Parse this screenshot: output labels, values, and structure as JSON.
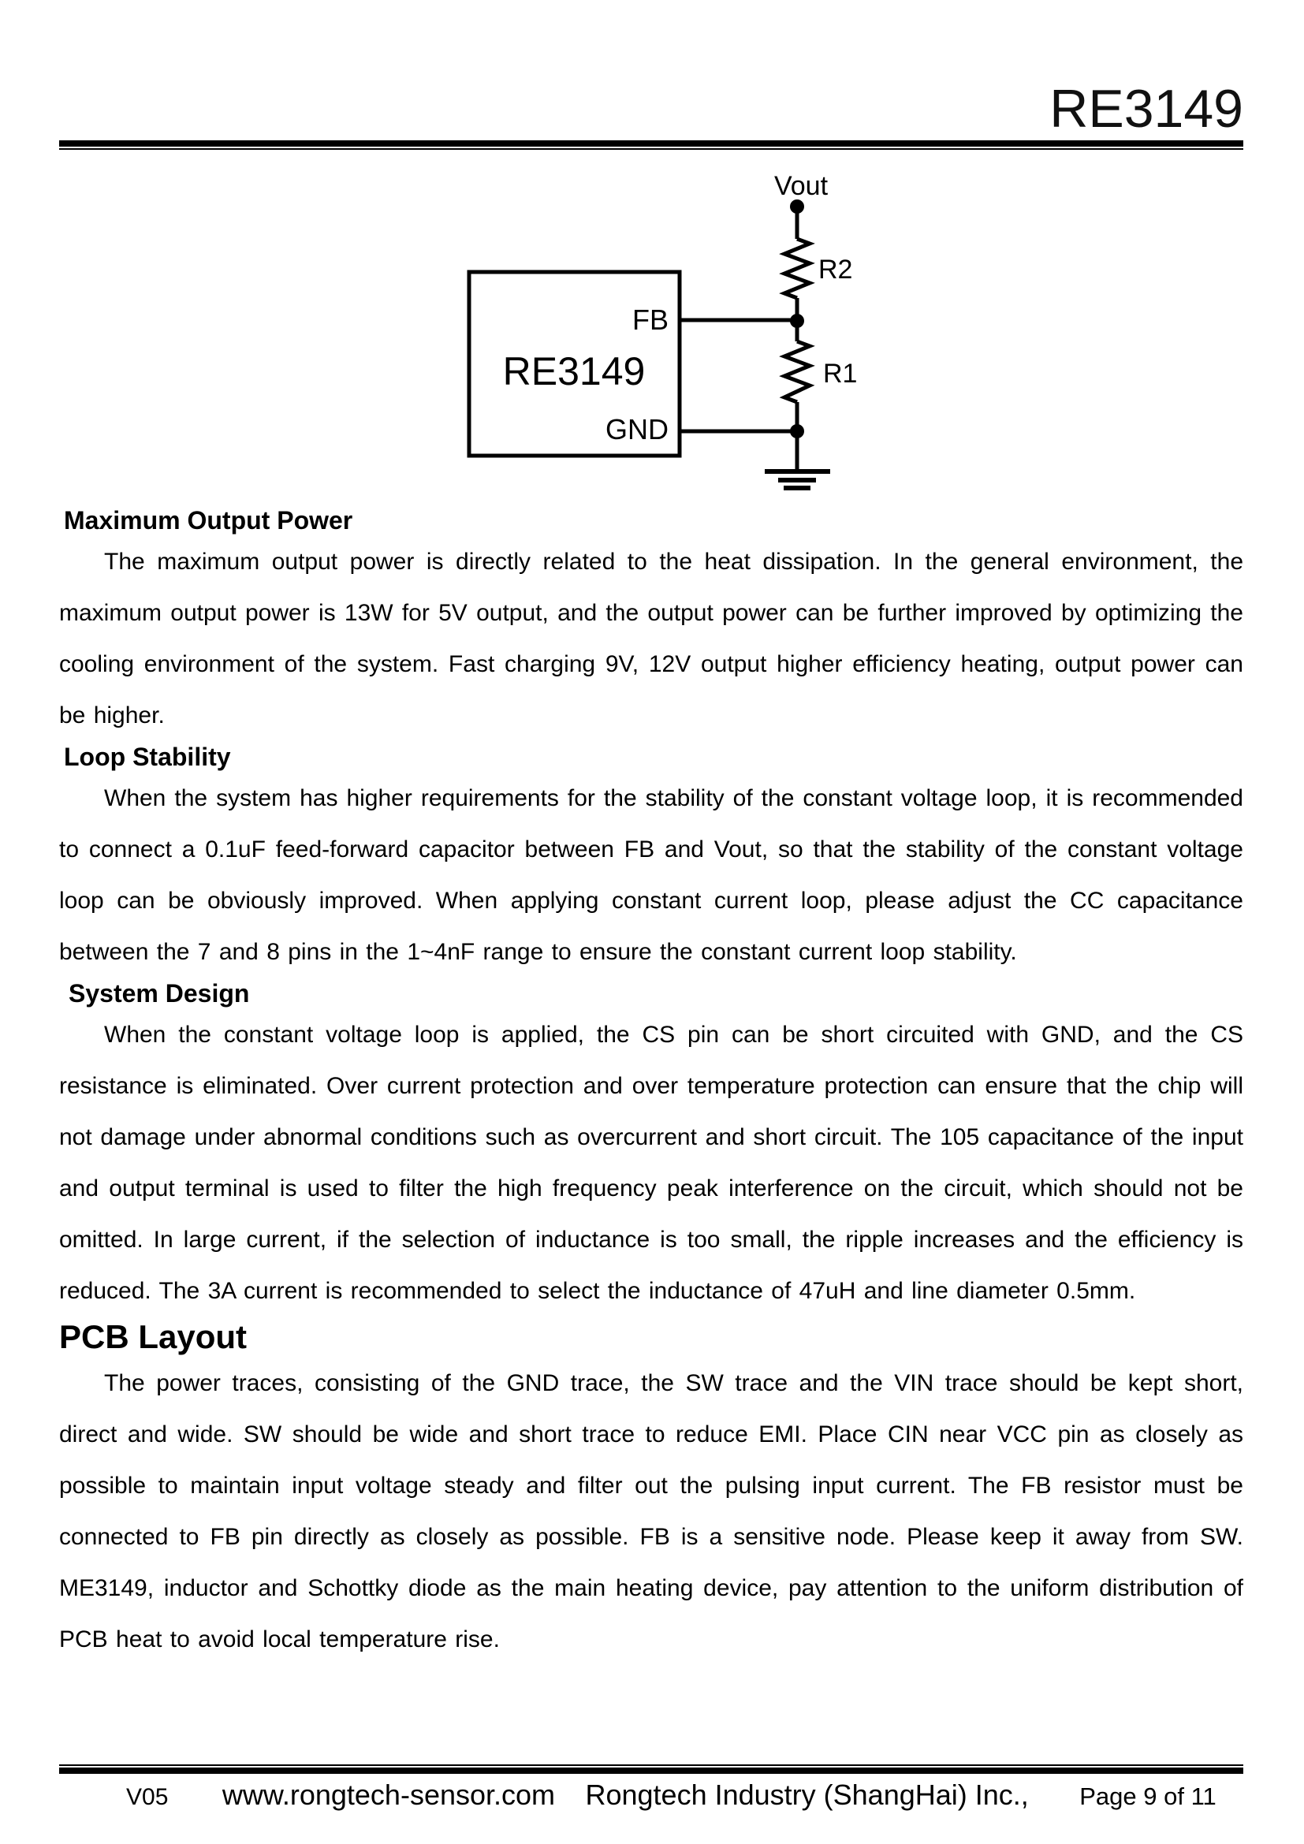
{
  "header": {
    "title": "RE3149"
  },
  "circuit": {
    "chip_label": "RE3149",
    "pin_fb": "FB",
    "pin_gnd": "GND",
    "vout_label": "Vout",
    "r2_label": "R2",
    "r1_label": "R1"
  },
  "sections": [
    {
      "heading": "Maximum Output Power",
      "body": "The maximum output power is directly related to the heat dissipation. In the general environment, the maximum output power is 13W for 5V output, and the output power can be further improved by optimizing the cooling environment of the system. Fast charging 9V, 12V output higher efficiency heating, output power can be higher."
    },
    {
      "heading": "Loop Stability",
      "body": "When the system has higher requirements for the stability of the constant voltage loop, it is recommended to connect a 0.1uF feed-forward capacitor between FB and Vout, so that the stability of the constant voltage loop can be obviously improved. When applying constant current loop, please adjust the CC capacitance between the 7 and 8 pins in the 1~4nF range to ensure the constant current loop stability."
    },
    {
      "heading": "System Design",
      "body": "When the constant voltage loop is applied, the CS pin can be short circuited with GND, and the CS resistance is eliminated. Over current protection and over temperature protection can ensure that the chip will not damage under abnormal conditions such as overcurrent and short circuit. The 105 capacitance of the input and output terminal is used to filter the high frequency peak interference on the circuit, which should not be omitted. In large current, if the selection of inductance is too small, the ripple increases and the efficiency is reduced. The 3A current is recommended to select the inductance of 47uH and line diameter 0.5mm."
    },
    {
      "heading": "PCB Layout",
      "body": "The power traces, consisting of the GND trace, the SW trace and the VIN trace should be kept short, direct and wide. SW should be wide and short trace to reduce EMI. Place CIN near VCC pin as closely as possible to maintain input voltage steady and filter out the pulsing input current. The FB resistor must be connected to FB pin directly as closely as possible. FB is a sensitive node. Please keep it away from SW. ME3149, inductor and Schottky diode as the main heating device, pay attention to the uniform distribution of PCB heat to avoid local temperature rise."
    }
  ],
  "footer": {
    "version": "V05",
    "website": "www.rongtech-sensor.com",
    "company": "Rongtech Industry (ShangHai) Inc.,",
    "page": "Page 9 of 11"
  }
}
